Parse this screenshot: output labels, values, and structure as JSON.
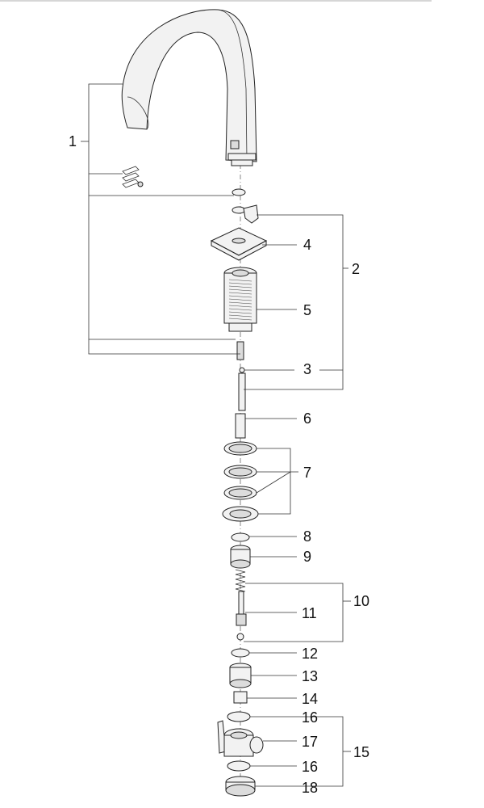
{
  "callouts": {
    "c1": "1",
    "c2": "2",
    "c3": "3",
    "c4": "4",
    "c5": "5",
    "c6": "6",
    "c7": "7",
    "c8": "8",
    "c9": "9",
    "c10": "10",
    "c11": "11",
    "c12": "12",
    "c13": "13",
    "c14": "14",
    "c15": "15",
    "c16a": "16",
    "c17": "17",
    "c16b": "16",
    "c18": "18"
  }
}
